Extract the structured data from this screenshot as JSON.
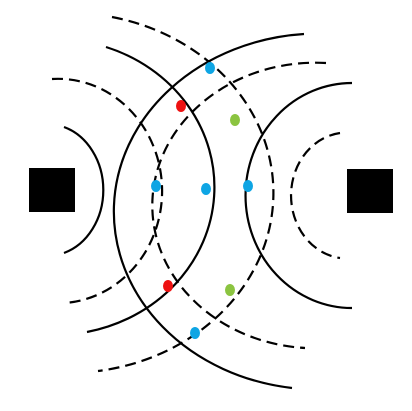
{
  "colors": {
    "background": "#ffffff",
    "stroke": "#000000",
    "source": "#000000",
    "blue_point": "#0ea5e4",
    "red_point": "#ee1111",
    "green_point": "#8bc440"
  },
  "sources": [
    {
      "name": "left-source"
    },
    {
      "name": "right-source"
    }
  ],
  "wavefronts": {
    "left": [
      {
        "index": 1,
        "style": "solid"
      },
      {
        "index": 2,
        "style": "dashed"
      },
      {
        "index": 3,
        "style": "solid"
      },
      {
        "index": 4,
        "style": "dashed"
      }
    ],
    "right": [
      {
        "index": 1,
        "style": "dashed"
      },
      {
        "index": 2,
        "style": "solid"
      },
      {
        "index": 3,
        "style": "dashed"
      },
      {
        "index": 4,
        "style": "solid"
      }
    ]
  },
  "intersection_points": [
    {
      "color": "blue_point",
      "type": "constructive"
    },
    {
      "color": "blue_point",
      "type": "constructive"
    },
    {
      "color": "blue_point",
      "type": "constructive"
    },
    {
      "color": "blue_point",
      "type": "constructive"
    },
    {
      "color": "blue_point",
      "type": "constructive"
    },
    {
      "color": "red_point",
      "type": "destructive"
    },
    {
      "color": "red_point",
      "type": "destructive"
    },
    {
      "color": "green_point",
      "type": "destructive"
    },
    {
      "color": "green_point",
      "type": "destructive"
    }
  ]
}
